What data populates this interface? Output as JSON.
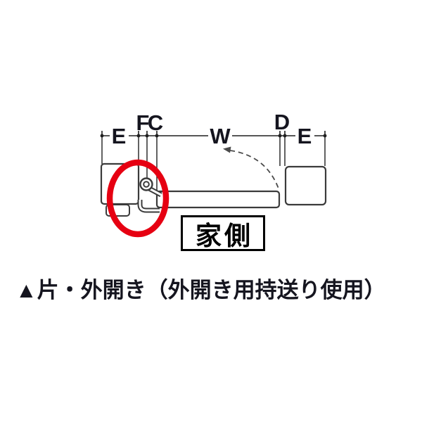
{
  "figure": {
    "dimension_labels": {
      "e_left": "E",
      "f": "F",
      "c": "C",
      "w": "W",
      "d": "D",
      "e_right": "E"
    },
    "side_label": "家側",
    "caption": "▲片・外開き（外開き用持送り使用）",
    "colors": {
      "highlight_red": "#e60012",
      "dimension_line": "#1f1f1f",
      "shape_line": "#3b3b3b",
      "text": "#15151f"
    }
  }
}
